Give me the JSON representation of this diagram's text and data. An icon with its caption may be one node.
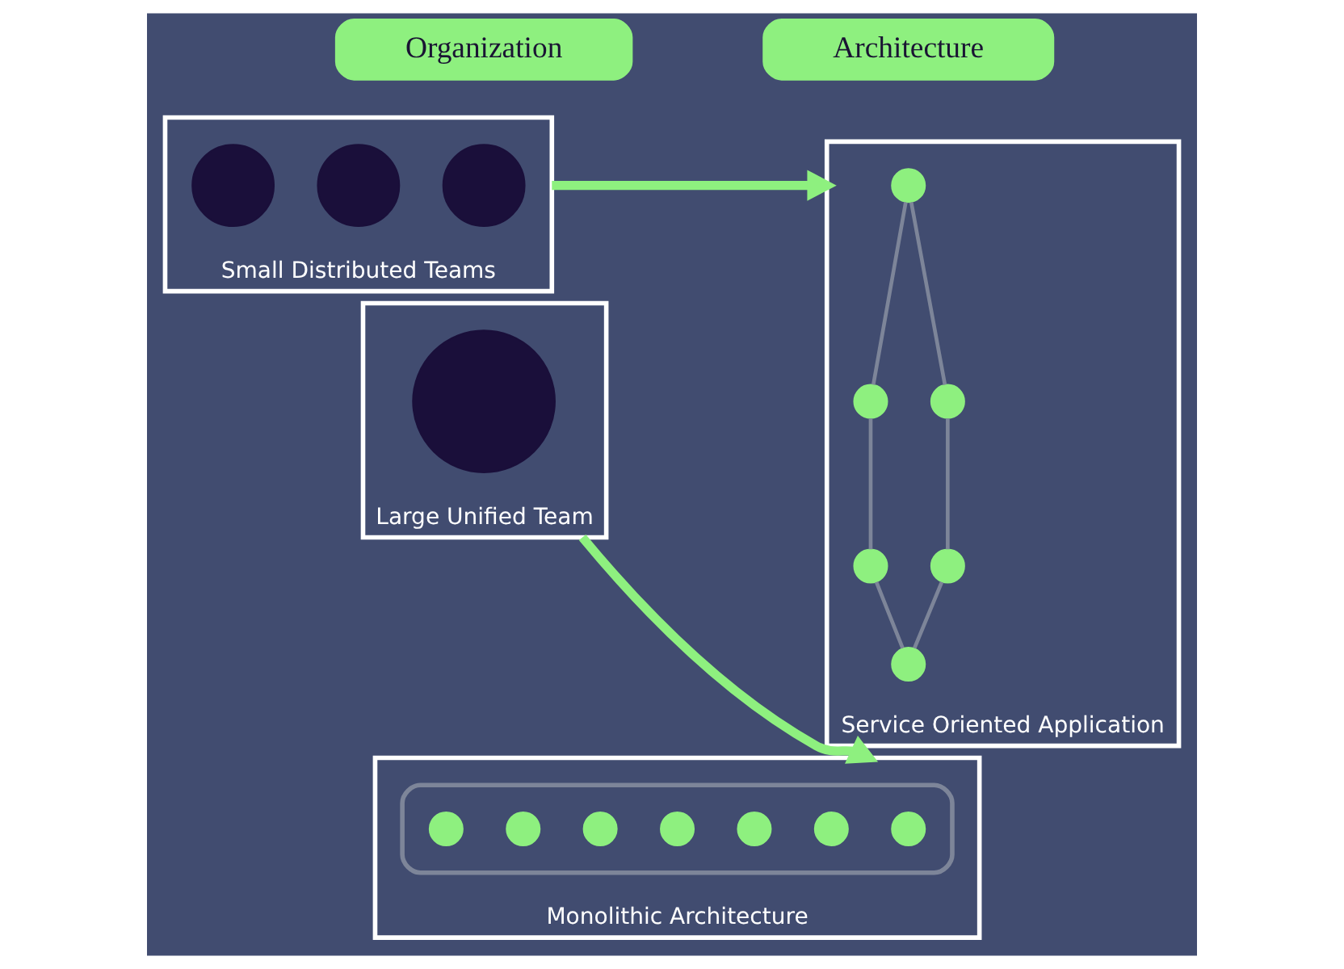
{
  "diagram": {
    "nodes": [
      {
        "text": [
          "Organization"
        ]
      },
      {
        "text": [
          "Architecture"
        ]
      },
      {
        "text": [
          "Small Distributed Teams"
        ]
      },
      {
        "text": [],
        "shape": "circle",
        "in": 2
      },
      {
        "text": [],
        "shape": "circle",
        "in": 2
      },
      {
        "text": [],
        "shape": "circle",
        "in": 2
      },
      {
        "text": [
          "Service Oriented Application"
        ]
      },
      {
        "text": [],
        "shape": "circle",
        "in": 6
      },
      {
        "text": [],
        "shape": "circle",
        "in": 6
      },
      {
        "text": [],
        "shape": "circle",
        "in": 6
      },
      {
        "text": [],
        "shape": "circle",
        "in": 6
      },
      {
        "text": [],
        "shape": "circle",
        "in": 6
      },
      {
        "text": [],
        "shape": "circle",
        "in": 6
      },
      {
        "text": [
          "Large Unified Team"
        ]
      },
      {
        "text": [],
        "shape": "circle",
        "in": 13
      },
      {
        "text": [
          "Monolithic Architecture"
        ]
      },
      {
        "text": [],
        "shape": "hexagon",
        "in": 15
      },
      {
        "text": [],
        "shape": "circle",
        "in": 16
      },
      {
        "text": [],
        "shape": "circle",
        "in": 16
      },
      {
        "text": [],
        "shape": "circle",
        "in": 16
      },
      {
        "text": [],
        "shape": "circle",
        "in": 16
      },
      {
        "text": [],
        "shape": "circle",
        "in": 16
      },
      {
        "text": [],
        "shape": "circle",
        "in": 16
      },
      {
        "text": [],
        "shape": "circle",
        "in": 16
      }
    ],
    "edges": [
      {
        "from": 2,
        "to": 6,
        "arrow": "to",
        "style": "thick",
        "color": "#8ef07f"
      },
      {
        "from": 13,
        "to": 15,
        "arrow": "to",
        "style": "thick",
        "color": "#8ef07f"
      },
      {
        "from": 7,
        "to": 8,
        "arrow": "none"
      },
      {
        "from": 7,
        "to": 9,
        "arrow": "none"
      },
      {
        "from": 9,
        "to": 11,
        "arrow": "none"
      },
      {
        "from": 11,
        "to": 12,
        "arrow": "none"
      },
      {
        "from": 8,
        "to": 10,
        "arrow": "none"
      },
      {
        "from": 10,
        "to": 12,
        "arrow": "none"
      }
    ]
  }
}
